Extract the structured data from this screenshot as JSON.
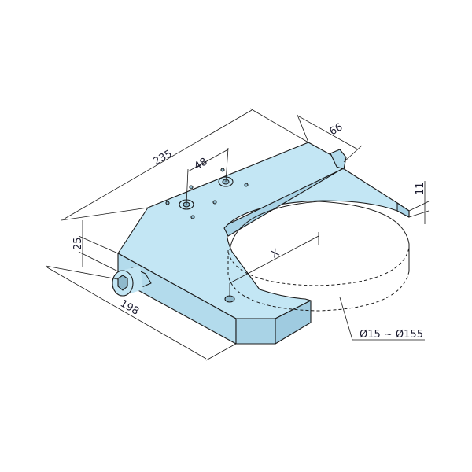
{
  "dimensions": {
    "length": "235",
    "width_arm": "66",
    "hole_spacing": "48",
    "height": "25",
    "arm_thickness": "11",
    "depth": "198",
    "offset": "X",
    "diameter_range": "Ø15 ~ Ø155"
  },
  "colors": {
    "part_fill": "#bfe3f2",
    "part_side": "#a9d3e6",
    "line": "#1a1a1a"
  }
}
